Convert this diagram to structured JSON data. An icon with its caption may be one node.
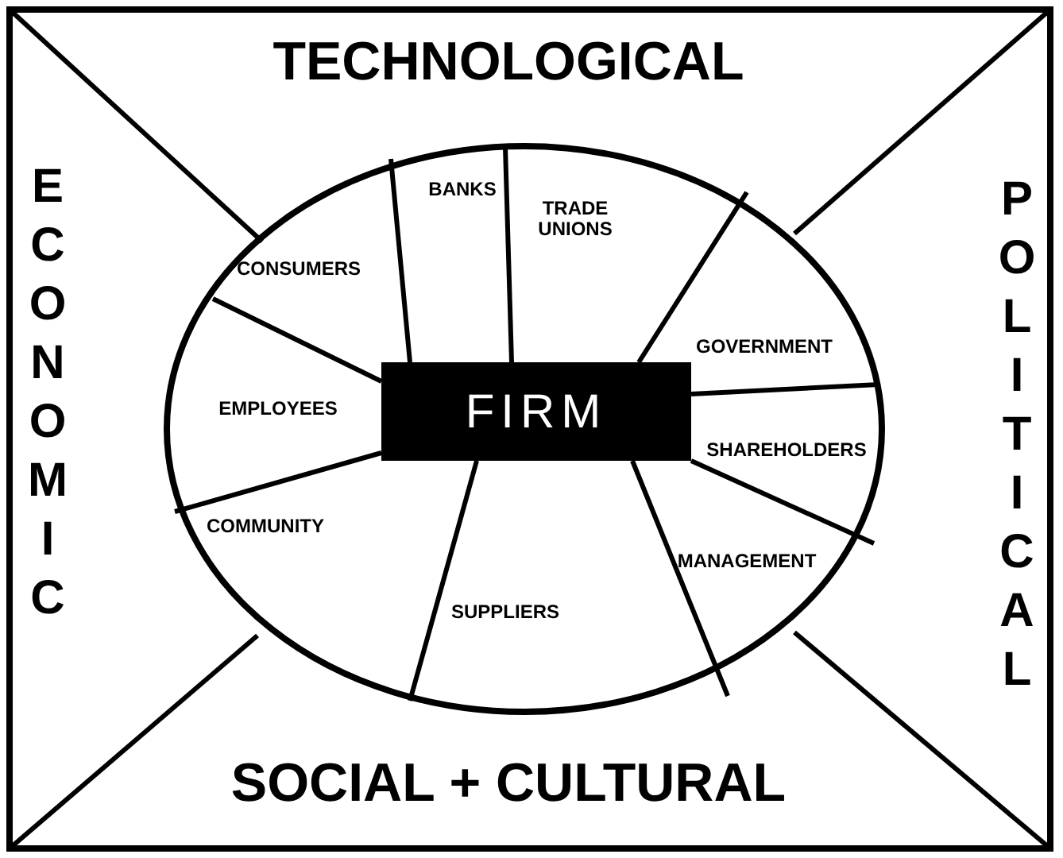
{
  "diagram": {
    "nodes": [
      {
        "text": [
          "TECHNOLOGICAL"
        ]
      },
      {
        "text": [
          "ECONOMIC"
        ]
      },
      {
        "text": [
          "POLITICAL"
        ]
      },
      {
        "text": [
          "BANKS"
        ]
      },
      {
        "text": [
          "TRADE UNIONS"
        ]
      },
      {
        "text": [
          "CONSUMERS"
        ]
      },
      {
        "text": [
          "GOVERNMENT"
        ]
      },
      {
        "text": [
          "EMPLOYEES"
        ]
      },
      {
        "text": [
          "FIRM"
        ]
      },
      {
        "text": [
          "SHAREHOLDERS"
        ]
      },
      {
        "text": [
          "COMMUNITY"
        ]
      },
      {
        "text": [
          "MANAGEMENT"
        ]
      },
      {
        "text": [
          "SUPPLIERS"
        ]
      },
      {
        "text": [
          "SOCIAL + CULTURAL"
        ]
      }
    ]
  }
}
